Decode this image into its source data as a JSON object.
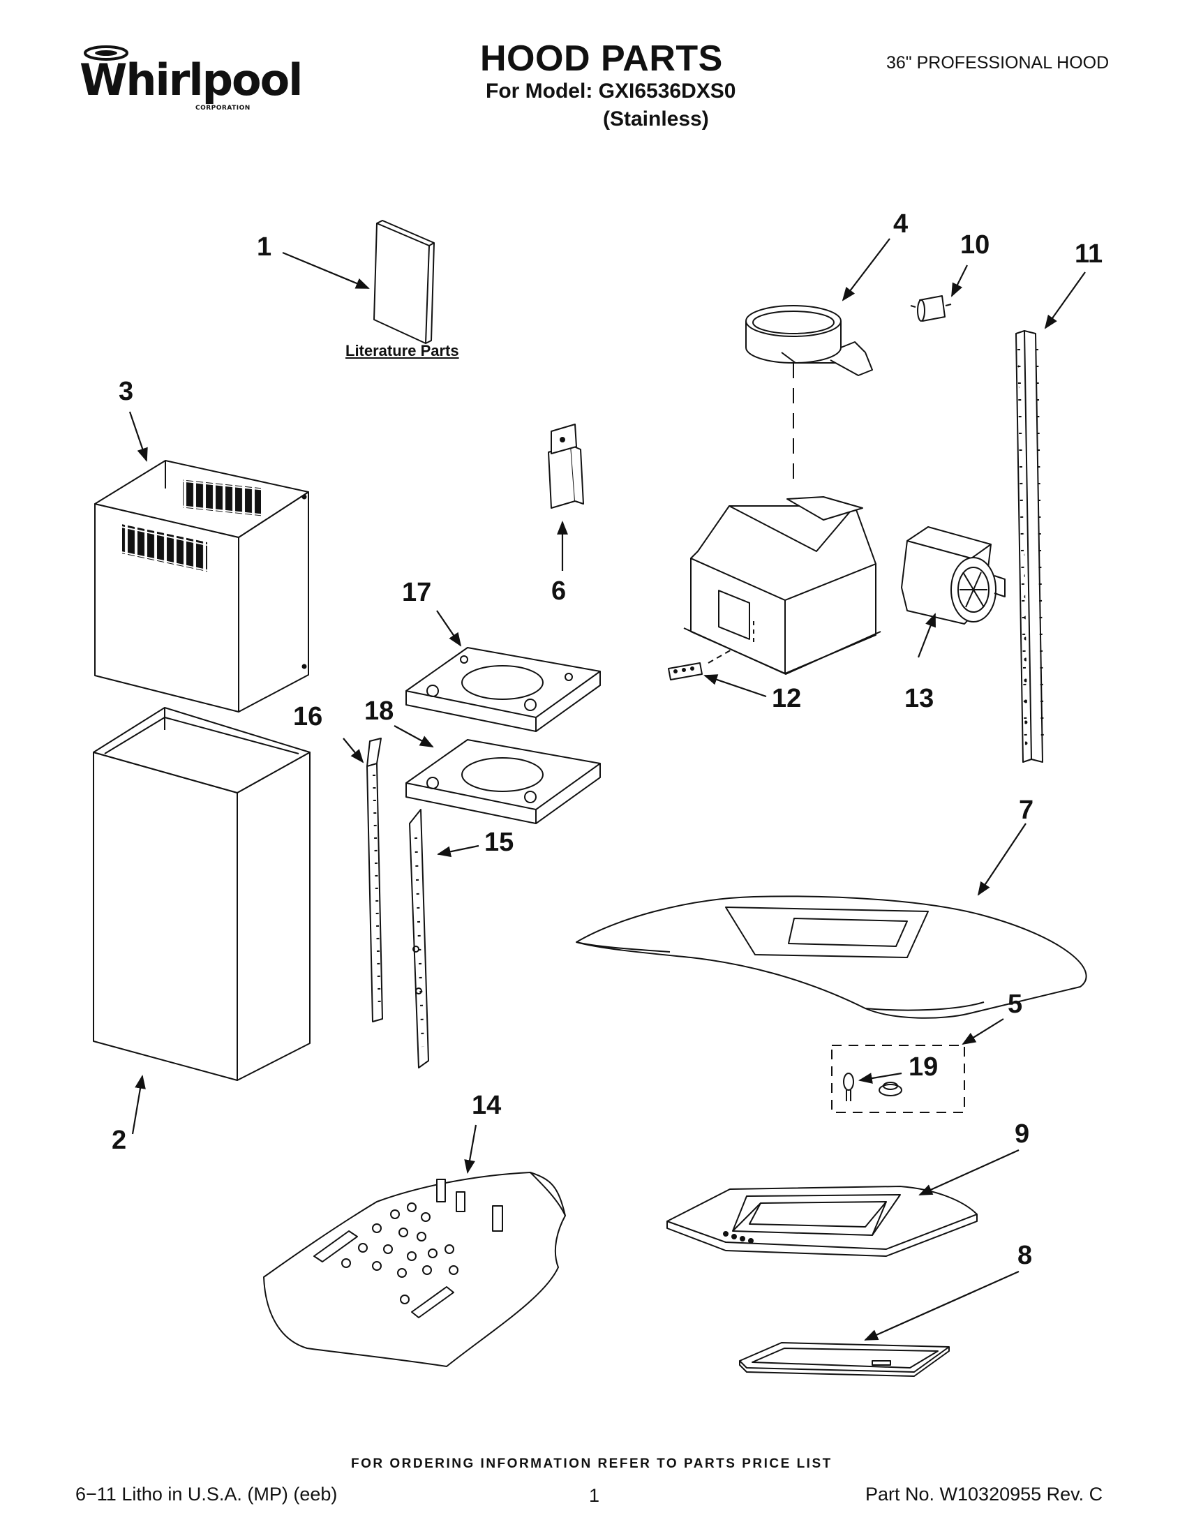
{
  "header": {
    "brand": "Whirlpool",
    "brand_sub": "CORPORATION",
    "title": "HOOD PARTS",
    "model_line": "For Model: GXI6536DXS0",
    "finish": "(Stainless)",
    "product": "36\" PROFESSIONAL HOOD"
  },
  "literature_label": "Literature Parts",
  "callouts": [
    "1",
    "2",
    "3",
    "4",
    "5",
    "6",
    "7",
    "8",
    "9",
    "10",
    "11",
    "12",
    "13",
    "14",
    "15",
    "16",
    "17",
    "18",
    "19"
  ],
  "footer": {
    "ordering_note": "FOR ORDERING INFORMATION REFER TO PARTS PRICE LIST",
    "litho": "6−11 Litho in U.S.A. (MP) (eeb)",
    "page": "1",
    "part_no": "Part No. W10320955 Rev. C"
  },
  "colors": {
    "ink": "#111111",
    "paper": "#ffffff"
  }
}
